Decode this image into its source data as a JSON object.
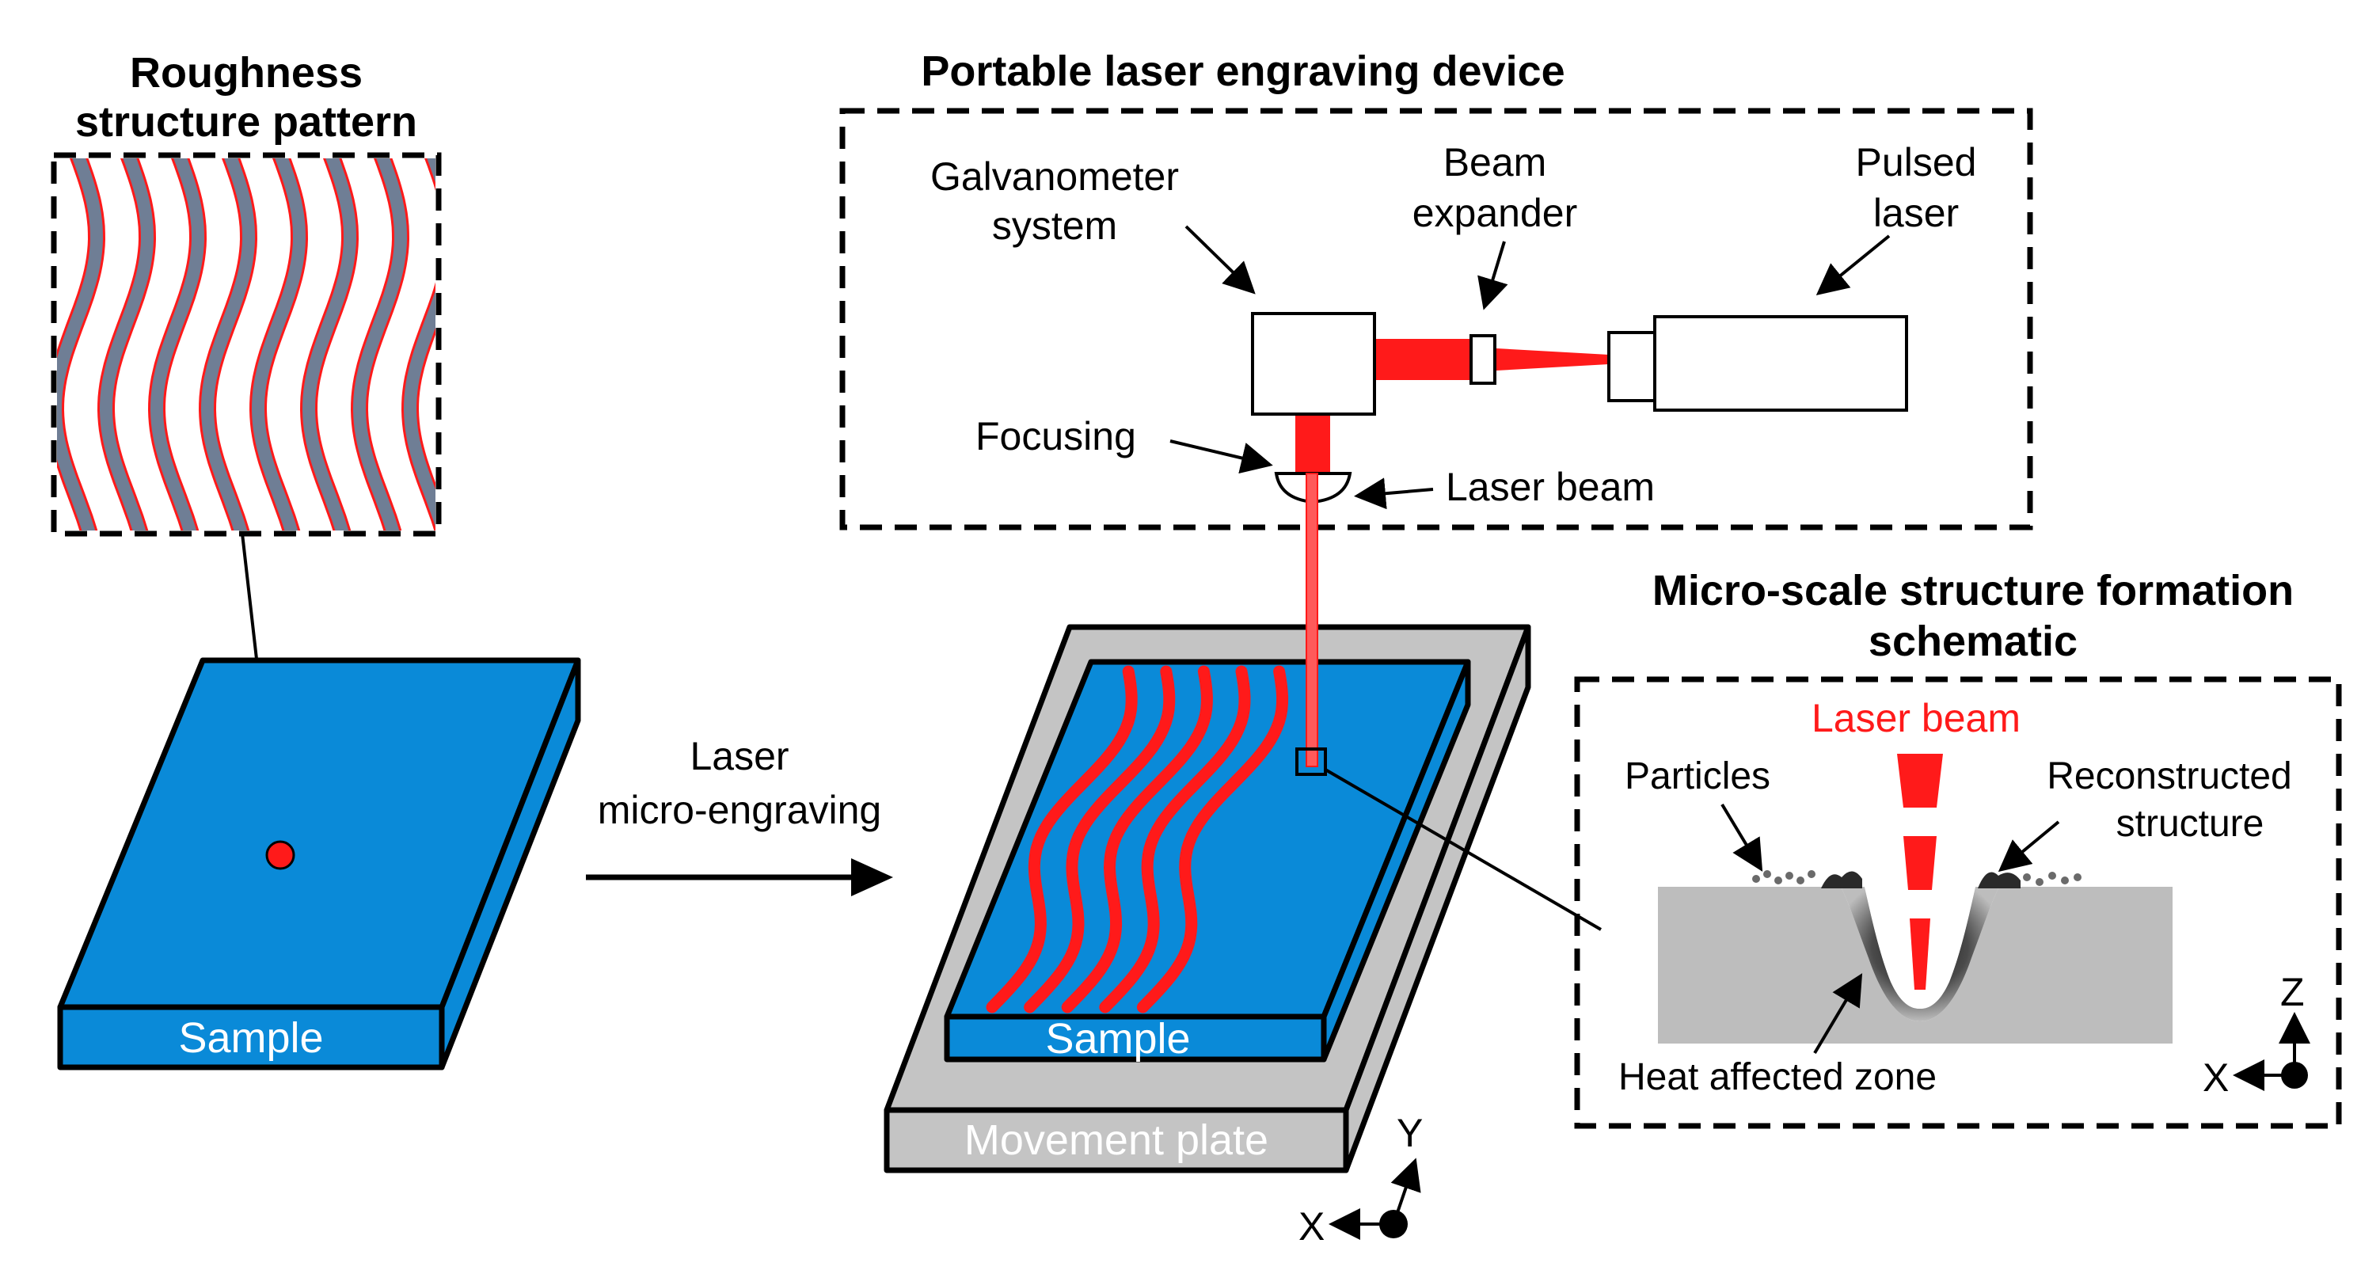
{
  "titles": {
    "roughness_line1": "Roughness",
    "roughness_line2": "structure pattern",
    "device": "Portable laser engraving device",
    "micro_line1": "Micro-scale structure formation",
    "micro_line2": "schematic"
  },
  "device_labels": {
    "galvo_line1": "Galvanometer",
    "galvo_line2": "system",
    "expander_line1": "Beam",
    "expander_line2": "expander",
    "pulsed_line1": "Pulsed",
    "pulsed_line2": "laser",
    "focusing": "Focusing",
    "laser_beam": "Laser beam"
  },
  "process": {
    "arrow_line1": "Laser",
    "arrow_line2": "micro-engraving",
    "sample_left": "Sample",
    "sample_right": "Sample",
    "movement_plate": "Movement plate"
  },
  "micro_labels": {
    "laser_beam": "Laser beam",
    "particles": "Particles",
    "reconstructed_line1": "Reconstructed",
    "reconstructed_line2": "structure",
    "heat_zone": "Heat affected zone"
  },
  "axes": {
    "plate_x": "X",
    "plate_y": "Y",
    "micro_x": "X",
    "micro_z": "Z"
  },
  "colors": {
    "sample_blue": "#0a8ad8",
    "laser_red": "#ff1a1a",
    "plate_gray": "#c4c4c4",
    "pattern_gray": "#6f7e95",
    "cross_section_gray": "#bdbdbd"
  }
}
